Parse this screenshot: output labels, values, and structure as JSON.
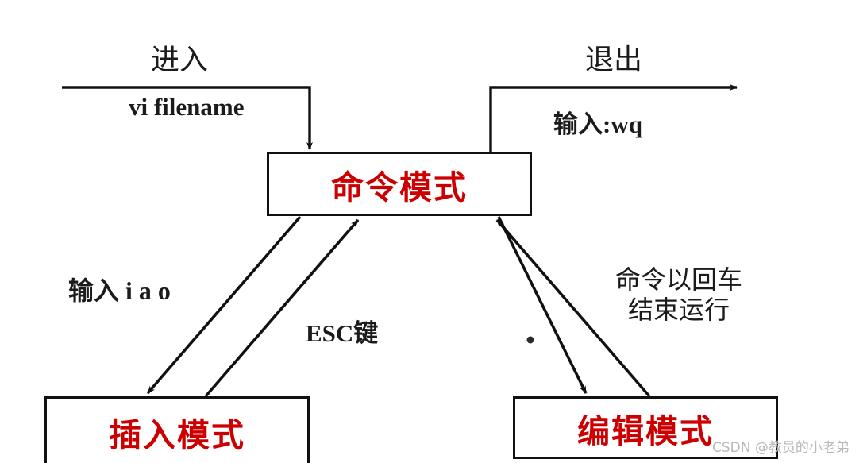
{
  "diagram": {
    "title_semantic": "vi-editor-mode-transition-diagram",
    "colors": {
      "node_text": "#CC0000",
      "line": "#111111",
      "label_text": "#1b1b1b",
      "watermark": "#b9b9b9",
      "background": "#ffffff"
    },
    "nodes": [
      {
        "id": "command",
        "label": "命令模式"
      },
      {
        "id": "insert",
        "label": "插入模式"
      },
      {
        "id": "edit",
        "label": "编辑模式"
      }
    ],
    "labels": {
      "enter": "进入",
      "enter_cmd": "vi filename",
      "exit": "退出",
      "exit_cmd": "输入:wq",
      "to_insert": "输入 i a o",
      "to_command": "ESC键",
      "to_command_right_line1": "命令以回车",
      "to_command_right_line2": "结束运行"
    },
    "watermark": "CSDN @教员的小老弟"
  }
}
